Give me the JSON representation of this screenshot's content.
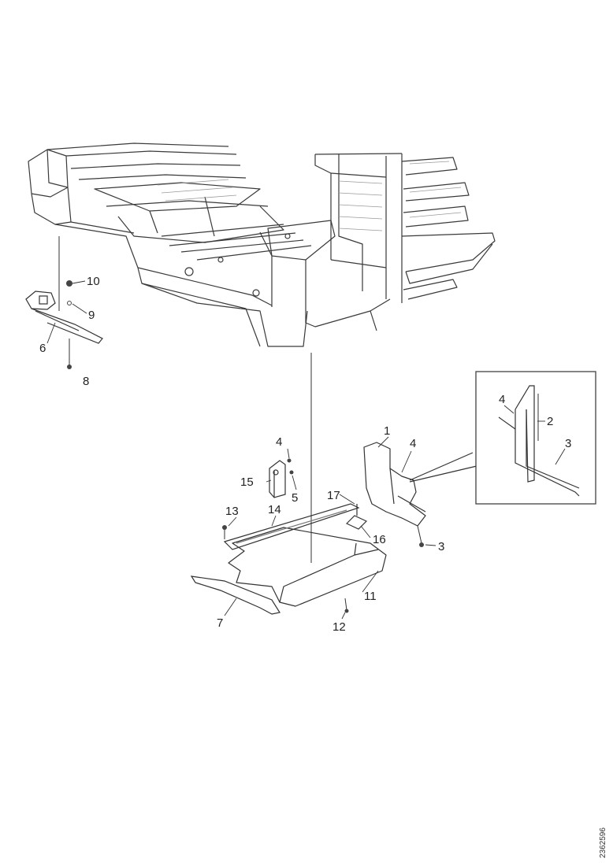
{
  "diagram": {
    "callouts": {
      "c1": "1",
      "c2": "2",
      "c3a": "3",
      "c3b": "3",
      "c4a": "4",
      "c4b": "4",
      "c4c": "4",
      "c5": "5",
      "c6": "6",
      "c7": "7",
      "c8": "8",
      "c9": "9",
      "c10": "10",
      "c11": "11",
      "c12": "12",
      "c13": "13",
      "c14": "14",
      "c15": "15",
      "c16": "16",
      "c17": "17"
    },
    "reference_code": "2362596"
  }
}
